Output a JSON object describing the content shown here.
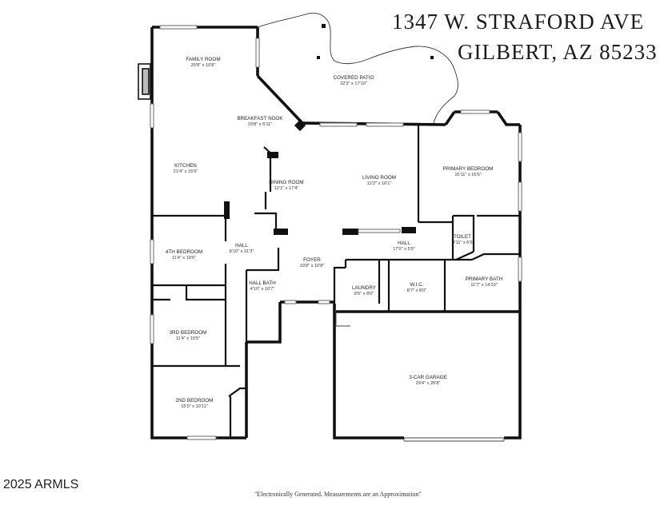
{
  "header": {
    "address_line1": "1347 W. STRAFORD AVE",
    "address_line2": "GILBERT, AZ 85233"
  },
  "footer": {
    "copyright": "2025 ARMLS",
    "disclaimer": "\"Electronically Generated.  Measurements are an Approximation\""
  },
  "rooms": [
    {
      "id": "family-room",
      "name": "FAMILY ROOM",
      "dim": "20'8\" x 10'8\""
    },
    {
      "id": "covered-patio",
      "name": "COVERED PATIO",
      "dim": "32'3\" x 17'10\""
    },
    {
      "id": "breakfast-nook",
      "name": "BREAKFAST NOOK",
      "dim": "23'8\" x 6'11\""
    },
    {
      "id": "kitchen",
      "name": "KITCHEN",
      "dim": "21'4\" x 15'6\""
    },
    {
      "id": "primary-bedroom",
      "name": "PRIMARY BEDROOM",
      "dim": "15'11\" x 16'6\""
    },
    {
      "id": "dining-room",
      "name": "DINING ROOM",
      "dim": "12'1\" x 17'4\""
    },
    {
      "id": "living-room",
      "name": "LIVING ROOM",
      "dim": "12'2\" x 16'1\""
    },
    {
      "id": "toilet",
      "name": "TOILET",
      "dim": "3'11\" x 6'6\""
    },
    {
      "id": "4th-bedroom",
      "name": "4TH BEDROOM",
      "dim": "11'4\" x 10'6\""
    },
    {
      "id": "hall-west",
      "name": "HALL",
      "dim": "8'10\" x 21'3\""
    },
    {
      "id": "hall-east",
      "name": "HALL",
      "dim": "17'0\" x 5'9\""
    },
    {
      "id": "foyer",
      "name": "FOYER",
      "dim": "10'8\" x 10'8\""
    },
    {
      "id": "primary-bath",
      "name": "PRIMARY BATH",
      "dim": "11'7\" x 14'10\""
    },
    {
      "id": "hall-bath",
      "name": "HALL BATH",
      "dim": "4'10\" x 10'7\""
    },
    {
      "id": "laundry",
      "name": "LAUNDRY",
      "dim": "8'6\" x 8'0\""
    },
    {
      "id": "wic",
      "name": "W.I.C.",
      "dim": "8'7\" x 8'0\""
    },
    {
      "id": "3rd-bedroom",
      "name": "3RD BEDROOM",
      "dim": "11'4\" x 10'5\""
    },
    {
      "id": "3-car-garage",
      "name": "3-CAR GARAGE",
      "dim": "29'4\" x 20'8\""
    },
    {
      "id": "2nd-bedroom",
      "name": "2ND BEDROOM",
      "dim": "15'0\" x 10'11\""
    }
  ]
}
